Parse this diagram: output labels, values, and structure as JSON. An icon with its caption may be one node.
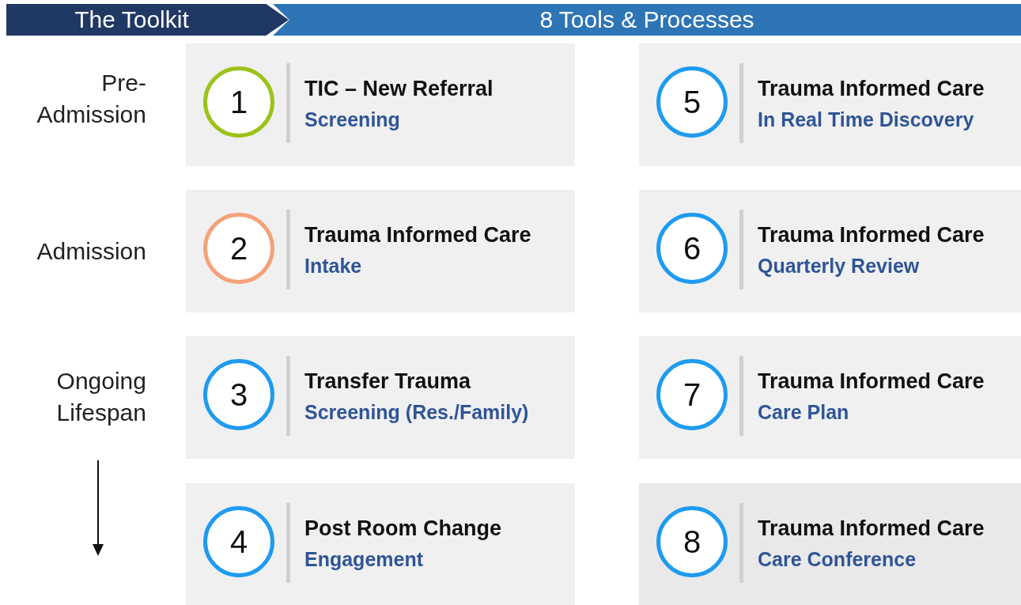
{
  "diagram": {
    "nodes": [
      {
        "text": [
          "The Toolkit"
        ]
      },
      {
        "text": [
          "8 Tools & Processes"
        ]
      },
      {
        "text": [
          "TIC – New Referral",
          "Screening"
        ]
      },
      {
        "text": [
          "1"
        ],
        "in": 2
      },
      {
        "text": [
          "Trauma Informed Care",
          "In Real Time Discovery"
        ]
      },
      {
        "text": [
          "5"
        ],
        "in": 4
      },
      {
        "text": [
          "Trauma Informed Care",
          "Intake"
        ]
      },
      {
        "text": [
          "2"
        ],
        "in": 6
      },
      {
        "text": [
          "Trauma Informed Care",
          "Quarterly Review"
        ]
      },
      {
        "text": [
          "6"
        ],
        "in": 8
      },
      {
        "text": [
          "Transfer Trauma",
          "Screening (Res./Family)"
        ]
      },
      {
        "text": [
          "3"
        ],
        "in": 10
      },
      {
        "text": [
          "Trauma Informed Care",
          "Care Plan"
        ]
      },
      {
        "text": [
          "7"
        ],
        "in": 12
      },
      {
        "text": [
          "Post Room Change",
          "Engagement"
        ]
      },
      {
        "text": [
          "4"
        ],
        "in": 14
      },
      {
        "text": [
          "Trauma Informed Care",
          "Care Conference"
        ]
      },
      {
        "text": [
          "8"
        ],
        "in": 16
      }
    ],
    "edges": [],
    "labels": [
      "Pre-Admission",
      "Admission",
      "Ongoing Lifespan"
    ]
  }
}
